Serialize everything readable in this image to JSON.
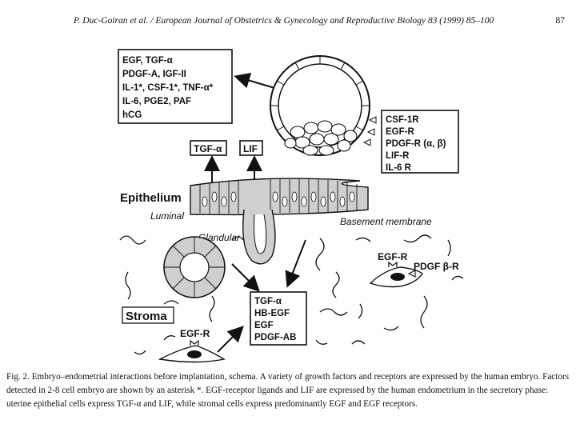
{
  "header": {
    "running_head": "P. Duc-Goiran et al. / European Journal of Obstetrics & Gynecology and Reproductive Biology 83 (1999) 85–100",
    "page_number": "87"
  },
  "figure": {
    "embryo_factors": [
      "EGF, TGF-α",
      "PDGF-A, IGF-II",
      "IL-1*, CSF-1*, TNF-α*",
      "IL-6, PGE2, PAF",
      "hCG"
    ],
    "embryo_receptors": [
      "CSF-1R",
      "EGF-R",
      "PDGF-R (α, β)",
      "LIF-R",
      "IL-6 R"
    ],
    "tgf_alpha_label": "TGF-α",
    "lif_label": "LIF",
    "epithelium_label": "Epithelium",
    "luminal_label": "Luminal",
    "basement_label": "Basement membrane",
    "glandular_label": "Glandular",
    "stroma_label": "Stroma",
    "stromal_factors": [
      "TGF-α",
      "HB-EGF",
      "EGF",
      "PDGF-AB"
    ],
    "egfr_left_label": "EGF-R",
    "egfr_right_label": "EGF-R",
    "pdgf_right_label": "PDGF β-R"
  },
  "caption": "Fig. 2. Embryo–endometrial interactions before implantation, schema. A variety of growth factors and receptors are expressed by the human embryo. Factors detected in 2-8 cell embryo are shown by an asterisk *. EGF-receptor ligands and LIF are expressed by the human endometrium in the secretory phase: uterine epithelial cells express TGF-α and LIF, while stromal cells express predominantly EGF and EGF receptors."
}
